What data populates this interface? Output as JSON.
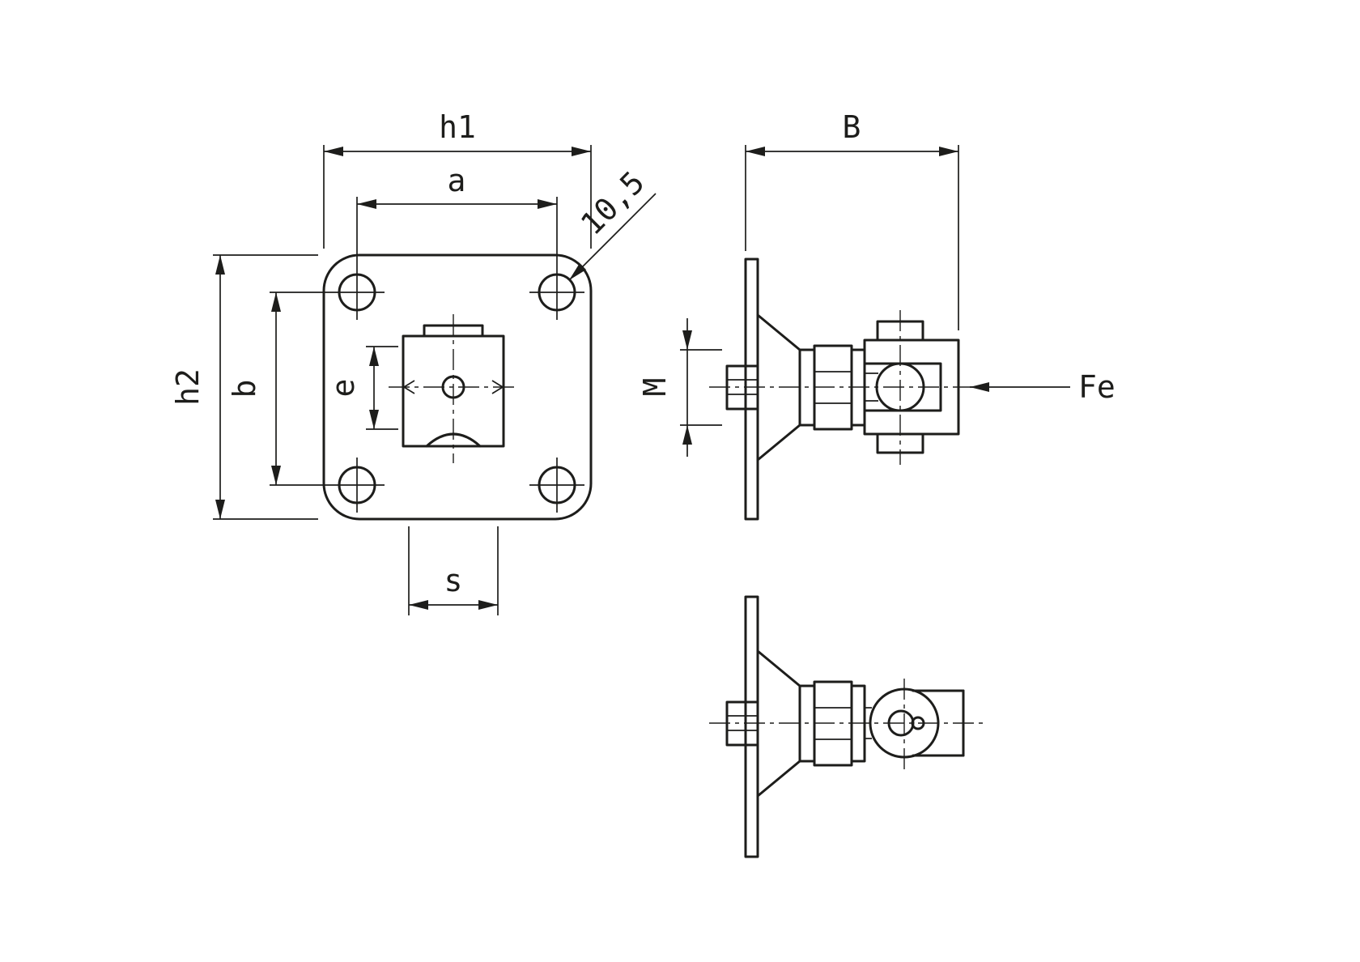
{
  "page": {
    "background": "#ffffff",
    "ink": "#1d1d1b"
  },
  "labels": {
    "front_view": {
      "plate_width": "h1",
      "hole_pitch_horizontal": "a",
      "plate_height": "h2",
      "hole_pitch_vertical": "b",
      "bore_offset": "e",
      "tube_width": "s",
      "hole_diameter": "10,5"
    },
    "side_view": {
      "overall_depth": "B",
      "thread_size": "M",
      "material": "Fe"
    }
  }
}
